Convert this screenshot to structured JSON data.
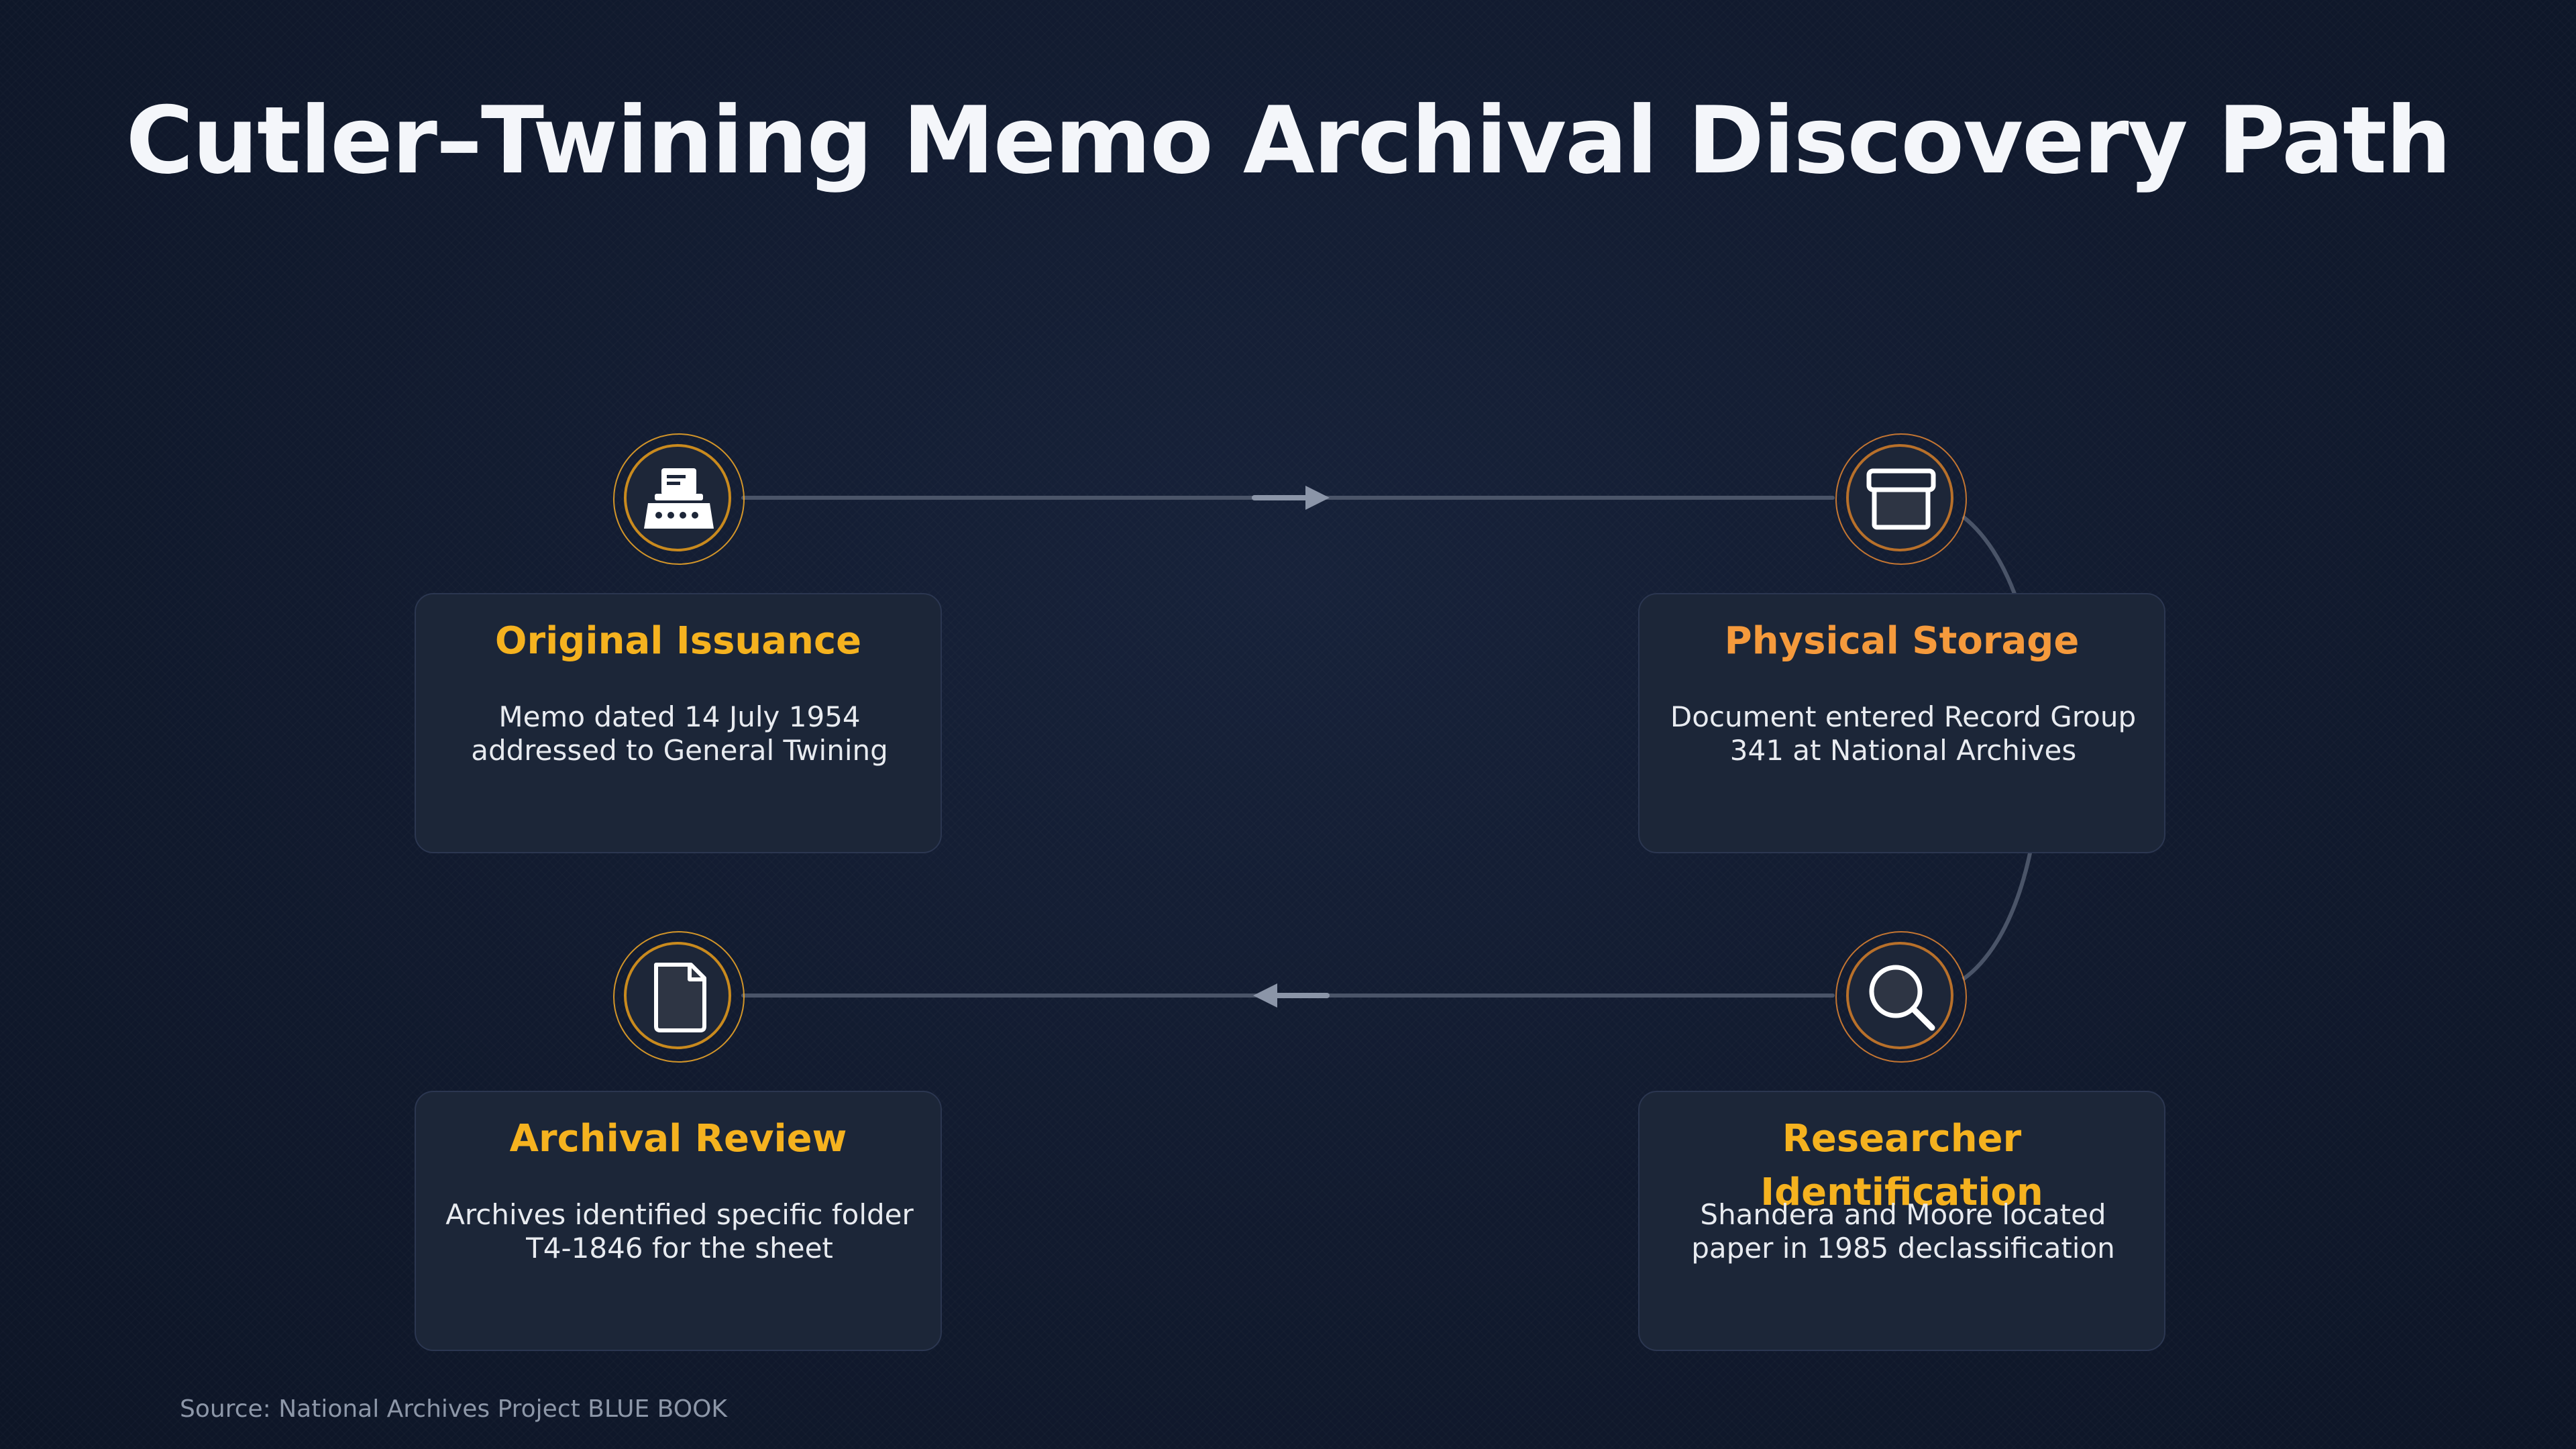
{
  "title": "Cutler–Twining Memo Archival Discovery Path",
  "colors": {
    "background": "#111a2e",
    "accent_gold": "#f5b21f",
    "accent_orange": "#f59a3c",
    "card": "#1c2638",
    "connector": "#4a5468"
  },
  "steps": [
    {
      "icon": "typewriter-icon",
      "heading": "Original Issuance",
      "heading_color": "#f5b21f",
      "text": "Memo dated 14 July 1954 addressed to General Twining"
    },
    {
      "icon": "archive-box-icon",
      "heading": "Physical Storage",
      "heading_color": "#f59a3c",
      "text": "Document entered Record Group 341 at National Archives"
    },
    {
      "icon": "magnifier-icon",
      "heading": "Researcher Identification",
      "heading_color": "#f5b21f",
      "text": "Shandera and Moore located paper in 1985 declassification"
    },
    {
      "icon": "document-icon",
      "heading": "Archival Review",
      "heading_color": "#f5b21f",
      "text": "Archives identified specific folder T4-1846 for the sheet"
    }
  ],
  "source": "Source: National Archives Project BLUE BOOK"
}
